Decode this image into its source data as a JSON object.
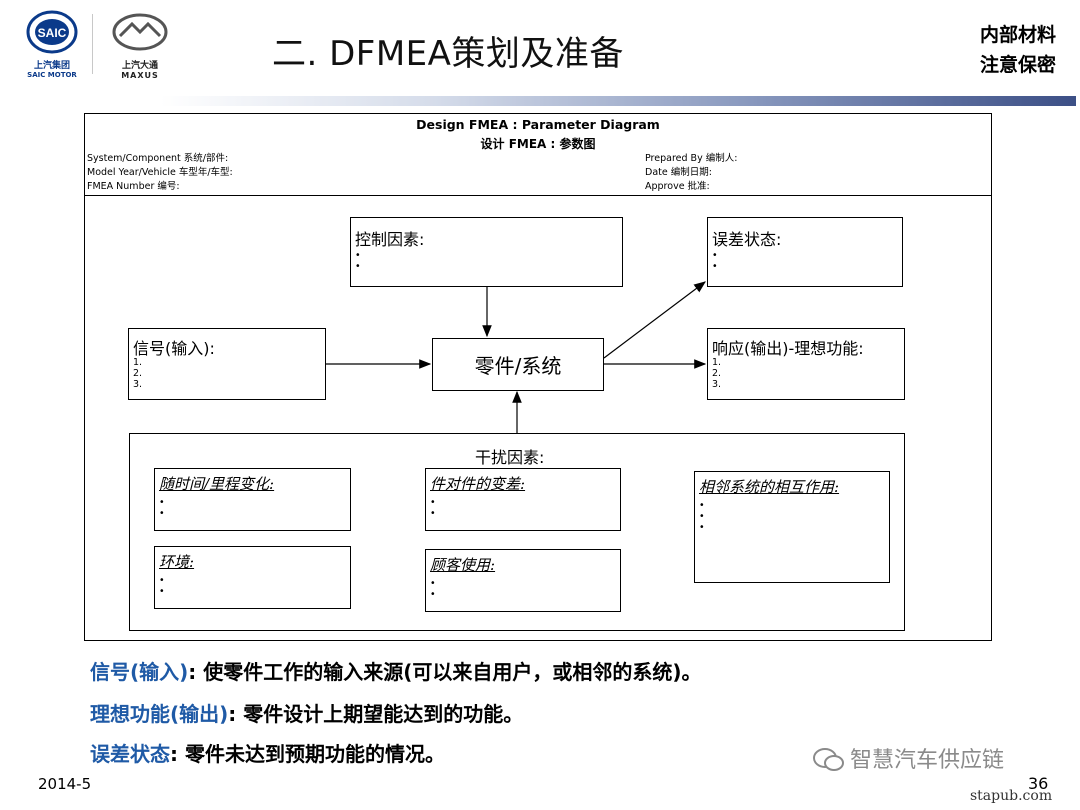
{
  "header": {
    "saic_logo_caption1": "上汽集团",
    "saic_logo_caption2": "SAIC MOTOR",
    "saic_badge": "SAIC",
    "maxus_caption1": "上汽大通",
    "maxus_caption2": "MAXUS",
    "title": "二. DFMEA策划及准备",
    "confidential_line1": "内部材料",
    "confidential_line2": "注意保密"
  },
  "form": {
    "title": "Design FMEA : Parameter Diagram",
    "subtitle": "设计 FMEA : 参数图",
    "left_fields": [
      "System/Component 系统/部件:",
      "Model Year/Vehicle 车型年/车型:",
      "FMEA Number 编号:"
    ],
    "right_fields": [
      "Prepared By 编制人:",
      "Date 编制日期:",
      "Approve 批准:"
    ]
  },
  "diagram": {
    "control": {
      "label": "控制因素:",
      "items": [
        "•",
        "•"
      ]
    },
    "error_state": {
      "label": "误差状态:",
      "items": [
        "•",
        "•"
      ]
    },
    "signal": {
      "label": "信号(输入):",
      "items": [
        "1.",
        "2.",
        "3."
      ]
    },
    "system": {
      "label": "零件/系统"
    },
    "response": {
      "label": "响应(输出)-理想功能:",
      "items": [
        "1.",
        "2.",
        "3."
      ]
    },
    "noise": {
      "label": "干扰因素:",
      "over_time": {
        "label": "随时间/里程变化:",
        "items": [
          "•",
          "•"
        ]
      },
      "variation": {
        "label": "件对件的变差:",
        "items": [
          "•",
          "•"
        ]
      },
      "interaction": {
        "label": "相邻系统的相互作用:",
        "items": [
          "•",
          "•",
          "•"
        ]
      },
      "environment": {
        "label": "环境:",
        "items": [
          "•",
          "•"
        ]
      },
      "customer": {
        "label": "顾客使用:",
        "items": [
          "•",
          "•"
        ]
      }
    }
  },
  "definitions": [
    {
      "term": "信号(输入)",
      "text": ": 使零件工作的输入来源(可以来自用户，或相邻的系统)。"
    },
    {
      "term": "理想功能(输出)",
      "text": ": 零件设计上期望能达到的功能。"
    },
    {
      "term": "误差状态",
      "text": ": 零件未达到预期功能的情况。"
    }
  ],
  "footer": {
    "date": "2014-5",
    "watermark": "智慧汽车供应链",
    "site": "stapub.com",
    "page": "36"
  },
  "colors": {
    "term_blue": "#1f5aa6",
    "header_bar_dark": "#3c4f86"
  }
}
